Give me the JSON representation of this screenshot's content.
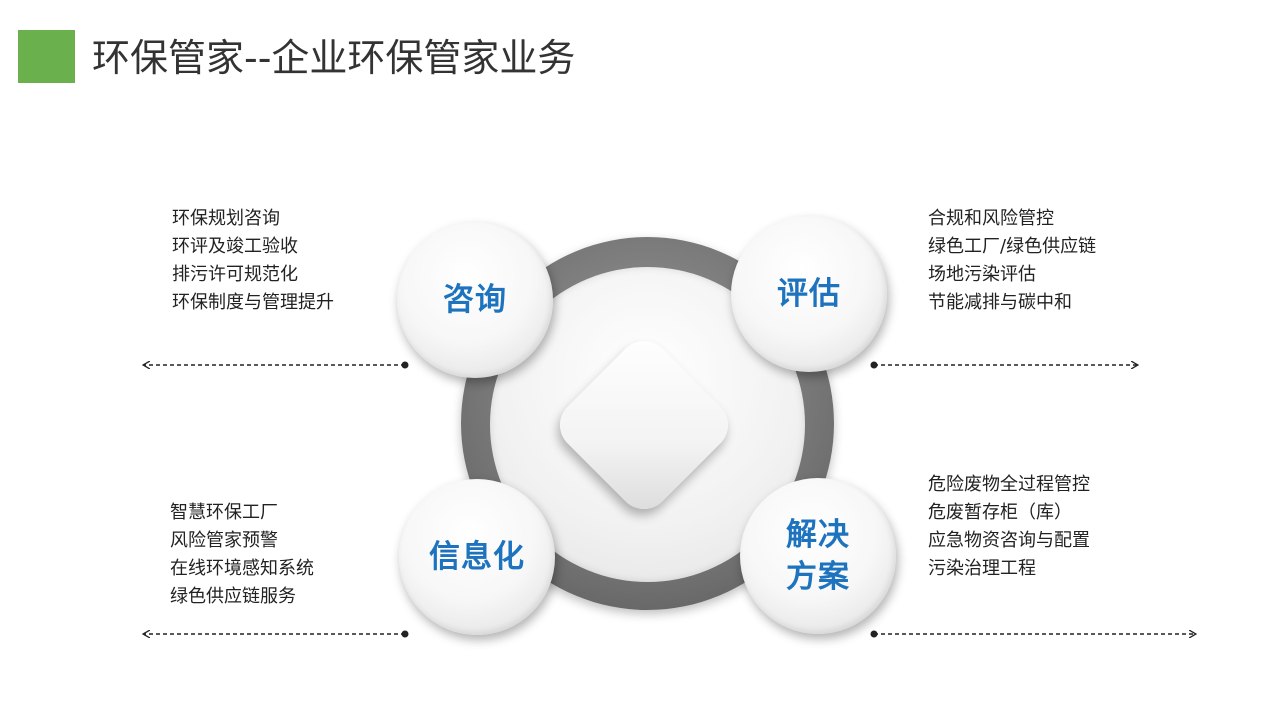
{
  "header": {
    "title": "环保管家--企业环保管家业务",
    "accent_color": "#6ab04c"
  },
  "nodes": {
    "top_left": "咨询",
    "top_right": "评估",
    "bottom_left": "信息化",
    "bottom_right": "解决\n方案",
    "label_color": "#1e73be"
  },
  "lists": {
    "top_left": [
      "环保规划咨询",
      "环评及竣工验收",
      "排污许可规范化",
      "环保制度与管理提升"
    ],
    "top_right": [
      "合规和风险管控",
      "绿色工厂/绿色供应链",
      "场地污染评估",
      "节能减排与碳中和"
    ],
    "bottom_left": [
      "智慧环保工厂",
      "风险管家预警",
      "在线环境感知系统",
      "绿色供应链服务"
    ],
    "bottom_right": [
      "危险废物全过程管控",
      "危废暂存柜（库）",
      "应急物资咨询与配置",
      "污染治理工程"
    ]
  }
}
